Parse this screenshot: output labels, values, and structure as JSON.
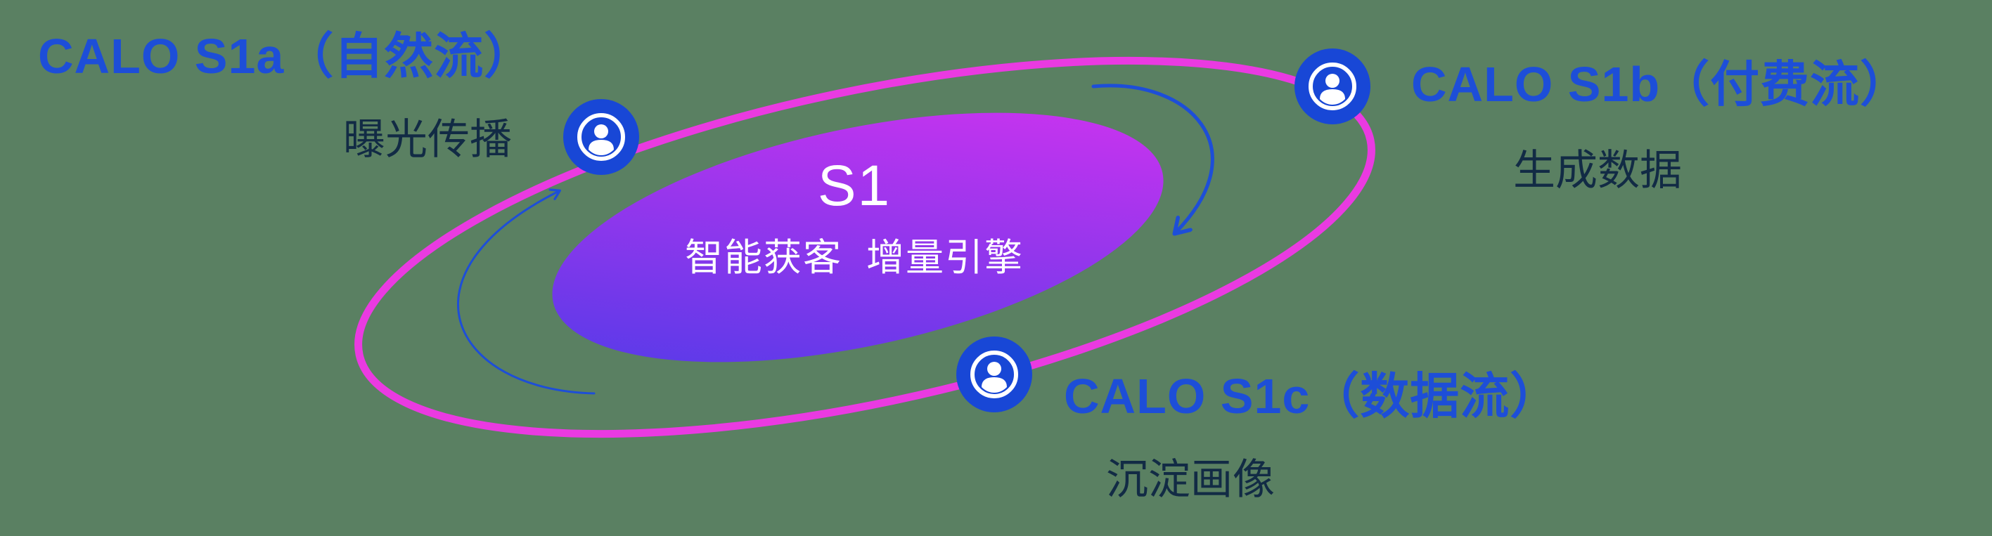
{
  "diagram": {
    "background": "#5a8062",
    "colors": {
      "label_blue": "#1d4ed8",
      "sublabel_dark": "#122b45",
      "orbit_ring": "#ea3ae1",
      "node_fill": "#1847d6",
      "arrow_blue": "#1d4ed8",
      "core_gradient_start": "#4b3be8",
      "core_gradient_end": "#d832f0",
      "core_text": "#ffffff"
    },
    "center": {
      "title": "S1",
      "subtitle": "智能获客  增量引擎"
    },
    "nodes": [
      {
        "id": "s1a",
        "title": "CALO S1a（自然流）",
        "subtitle": "曝光传播",
        "icon": "user-circle-icon"
      },
      {
        "id": "s1b",
        "title": "CALO S1b（付费流）",
        "subtitle": "生成数据",
        "icon": "user-circle-icon"
      },
      {
        "id": "s1c",
        "title": "CALO S1c（数据流）",
        "subtitle": "沉淀画像",
        "icon": "user-circle-icon"
      }
    ]
  }
}
